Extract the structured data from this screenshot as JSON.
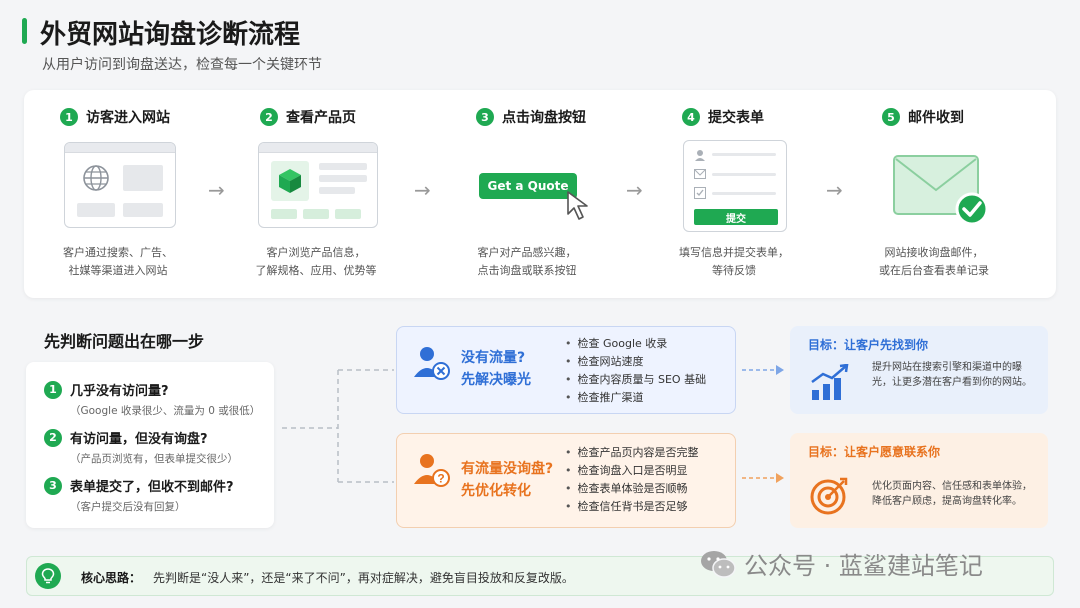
{
  "header": {
    "title": "外贸网站询盘诊断流程",
    "subtitle": "从用户访问到询盘送达，检查每一个关键环节"
  },
  "flow": {
    "steps": [
      {
        "num": "1",
        "title": "访客进入网站",
        "desc1": "客户通过搜索、广告、",
        "desc2": "社媒等渠道进入网站"
      },
      {
        "num": "2",
        "title": "查看产品页",
        "desc1": "客户浏览产品信息，",
        "desc2": "了解规格、应用、优势等"
      },
      {
        "num": "3",
        "title": "点击询盘按钮",
        "desc1": "客户对产品感兴趣，",
        "desc2": "点击询盘或联系按钮"
      },
      {
        "num": "4",
        "title": "提交表单",
        "desc1": "填写信息并提交表单，",
        "desc2": "等待反馈"
      },
      {
        "num": "5",
        "title": "邮件收到",
        "desc1": "网站接收询盘邮件，",
        "desc2": "或在后台查看表单记录"
      }
    ],
    "quote_button": "Get a Quote",
    "submit_button": "提交"
  },
  "diagnosis": {
    "title": "先判断问题出在哪一步",
    "questions": [
      {
        "num": "1",
        "text": "几乎没有访问量?",
        "sub": "（Google 收录很少、流量为 0 或很低）"
      },
      {
        "num": "2",
        "text": "有访问量，但没有询盘?",
        "sub": "（产品页浏览有，但表单提交很少）"
      },
      {
        "num": "3",
        "text": "表单提交了，但收不到邮件?",
        "sub": "（客户提交后没有回复）"
      }
    ],
    "branches": [
      {
        "title1": "没有流量?",
        "title2": "先解决曝光",
        "color": "#2f6fd6",
        "checks": [
          "检查 Google 收录",
          "检查网站速度",
          "检查内容质量与 SEO 基础",
          "检查推广渠道"
        ],
        "goal_title": "目标：让客户先找到你",
        "goal_desc": "提升网站在搜索引擎和渠道中的曝光，让更多潜在客户看到你的网站。"
      },
      {
        "title1": "有流量没询盘?",
        "title2": "先优化转化",
        "color": "#e8731f",
        "checks": [
          "检查产品页内容是否完整",
          "检查询盘入口是否明显",
          "检查表单体验是否顺畅",
          "检查信任背书是否足够"
        ],
        "goal_title": "目标：让客户愿意联系你",
        "goal_desc": "优化页面内容、信任感和表单体验，降低客户顾虑，提高询盘转化率。"
      }
    ]
  },
  "insight": {
    "label": "核心思路：",
    "text": "先判断是“没人来”，还是“来了不问”，再对症解决，避免盲目投放和反复改版。"
  },
  "watermark": "公众号 · 蓝鲨建站笔记",
  "colors": {
    "green": "#1fa952",
    "blue": "#2f6fd6",
    "orange": "#e8731f"
  }
}
